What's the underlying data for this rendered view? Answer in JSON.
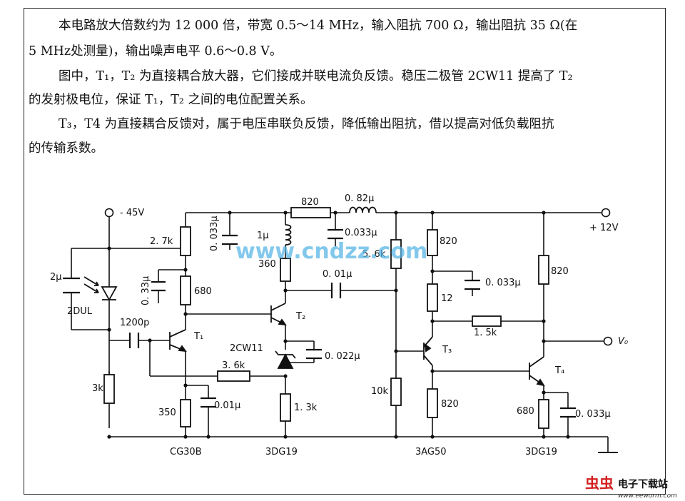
{
  "text": {
    "p1_l1": "本电路放大倍数约为 12 000 倍，带宽 0.5～14 MHz，输入阻抗 700 Ω，输出阻抗 35 Ω(在",
    "p1_l2": "5 MHz处测量)，输出噪声电平 0.6～0.8 V。",
    "p2_l1": "图中，T₁，T₂ 为直接耦合放大器，它们接成并联电流负反馈。稳压二极管 2CW11 提高了 T₂",
    "p2_l2": "的发射极电位，保证 T₁，T₂ 之间的电位配置关系。",
    "p3_l1": "T₃，T4 为直接耦合反馈对，属于电压串联负反馈，降低输出阻抗，借以提高对低负载阻抗",
    "p3_l2": "的传输系数。"
  },
  "circuit": {
    "supply_neg": "- 45V",
    "supply_pos": "+ 12V",
    "output": "V₀",
    "c_2u": "2μ",
    "diode_2dul": "2DUL",
    "r_2k7": "2. 7k",
    "c_033u_vert": "0. 33μ",
    "r_680_t1": "680",
    "c_1200p": "1200p",
    "t1": "T₁",
    "r_3k_in": "3k",
    "r_350": "350",
    "c_001u_t1": "0.01μ",
    "r_36k": "3. 6k",
    "c_0033u_top": "0. 033μ",
    "l_1u": "1μ",
    "r_360": "360",
    "t2": "T₂",
    "z_2cw11": "2CW11",
    "c_0022u": "0. 022μ",
    "r_13k": "1. 3k",
    "r_820_top": "820",
    "l_082u": "0. 82μ",
    "c_0033u_mid": "0.033μ",
    "c_001u_mid": "0. 01μ",
    "r_56k": "5. 6k",
    "r_820_t3": "820",
    "r_12": "12",
    "c_0033u_t3": "0. 033μ",
    "r_15k": "1. 5k",
    "t3": "T₃",
    "r_10k": "10k",
    "r_820_t3e": "820",
    "r_820_t4": "820",
    "t4": "T₄",
    "r_680_t4": "680",
    "c_0033u_t4": "0. 033μ",
    "part_t1": "CG30B",
    "part_t2": "3DG19",
    "part_t3": "3AG50",
    "part_t4": "3DG19"
  },
  "watermark": "www.cndzz.com",
  "logo": {
    "bug": "虫虫",
    "name": "电子下载站",
    "url": "www.eeworm.com"
  }
}
